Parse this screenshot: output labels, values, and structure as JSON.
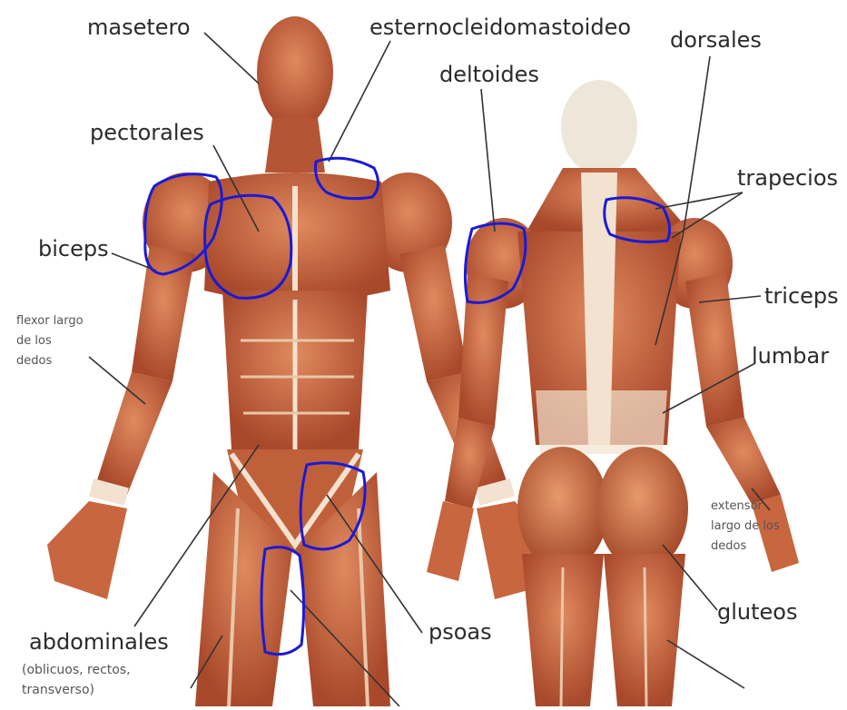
{
  "labels": {
    "masetero": "masetero",
    "esternocleidomastoideo": "esternocleidomastoideo",
    "dorsales": "dorsales",
    "deltoides": "deltoides",
    "pectorales": "pectorales",
    "trapecios": "trapecios",
    "biceps": "biceps",
    "triceps": "triceps",
    "flexor_line1": "flexor largo",
    "flexor_line2": "de los",
    "flexor_line3": "dedos",
    "lumbar": "lumbar",
    "extensor_line1": "extensor",
    "extensor_line2": "largo de los",
    "extensor_line3": "dedos",
    "gluteos": "gluteos",
    "psoas": "psoas",
    "abdominales": "abdominales",
    "abd_line1": "(oblicuos, rectos,",
    "abd_line2": "transverso)"
  },
  "colors": {
    "muscle": "#c8663f",
    "muscle_dark": "#9e4328",
    "muscle_light": "#e29a72",
    "tendon": "#f2e2cf",
    "highlight_circle": "#1a1ad6",
    "leader_line": "#333333"
  }
}
